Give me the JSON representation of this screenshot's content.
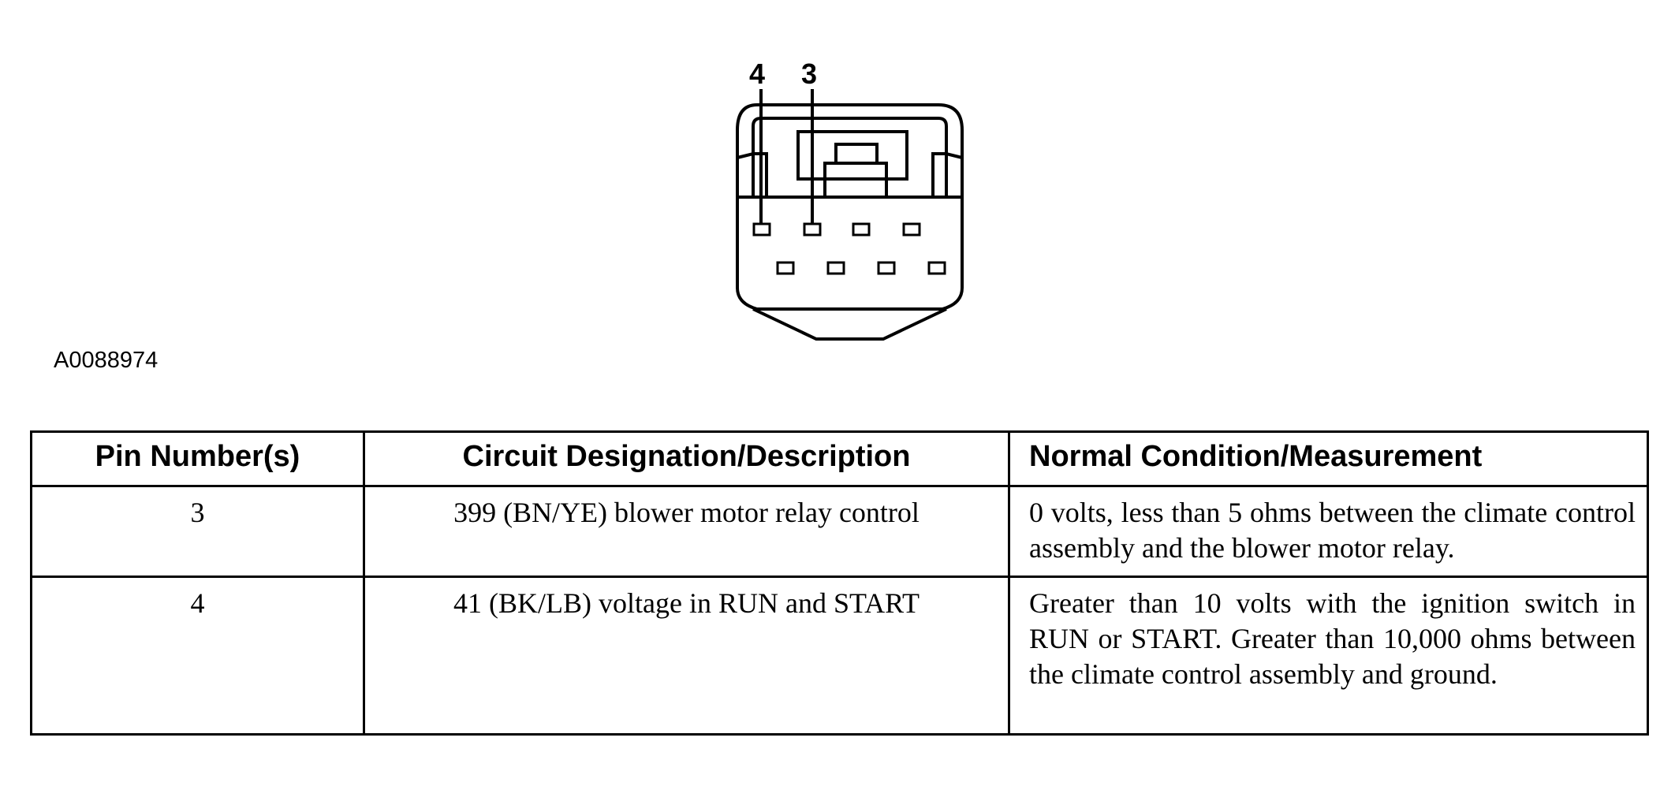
{
  "figure": {
    "id": "A0088974",
    "pin_labels": [
      "4",
      "3"
    ]
  },
  "table": {
    "headers": {
      "pin": "Pin Number(s)",
      "circuit": "Circuit Designation/Description",
      "condition": "Normal Condition/Measurement"
    },
    "rows": [
      {
        "pin": "3",
        "circuit": "399 (BN/YE) blower motor relay control",
        "condition": "0 volts, less than 5 ohms between the climate control assembly and the blower motor relay."
      },
      {
        "pin": "4",
        "circuit": "41 (BK/LB) voltage in RUN and START",
        "condition": "Greater than 10 volts with the ignition switch in RUN or START. Greater than 10,000 ohms between the climate control assembly and ground."
      }
    ]
  }
}
